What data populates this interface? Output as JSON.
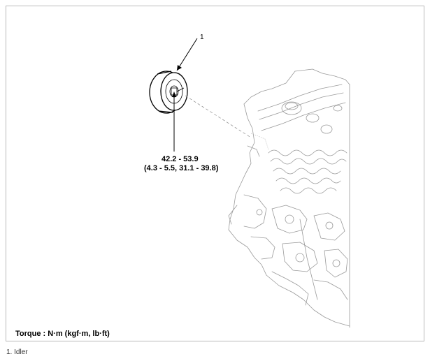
{
  "diagram": {
    "callout_number": "1",
    "torque_value": "42.2 - 53.9",
    "torque_spec": "(4.3 - 5.5, 31.1 - 39.8)",
    "torque_unit_label": "Torque : N·m (kgf·m, lb·ft)",
    "caption": "1. Idler"
  }
}
